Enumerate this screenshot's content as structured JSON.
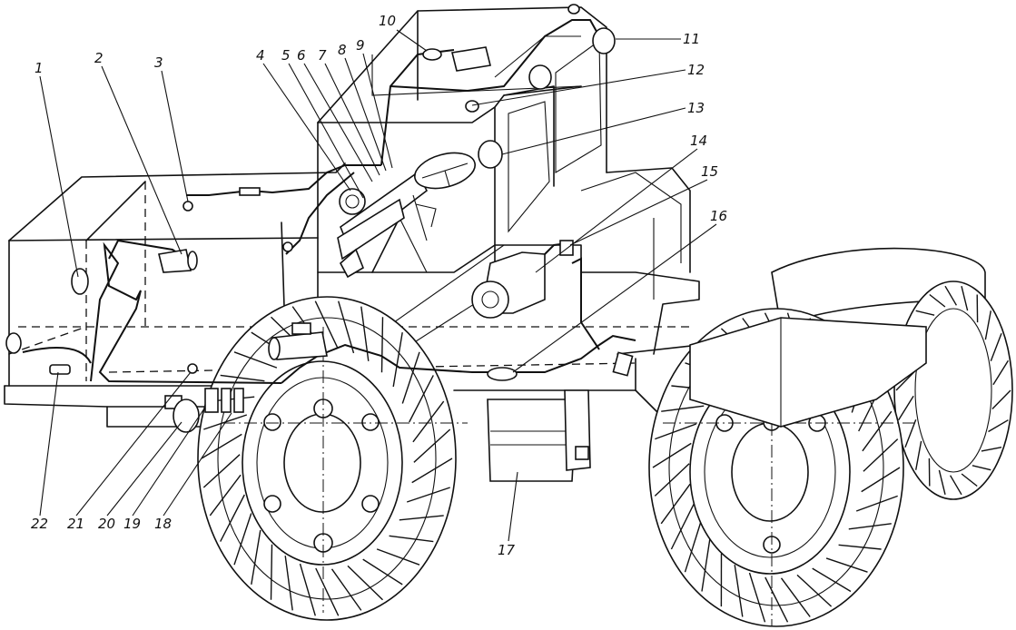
{
  "callouts": [
    {
      "id": "1",
      "text": "1"
    },
    {
      "id": "2",
      "text": "2"
    },
    {
      "id": "3",
      "text": "3"
    },
    {
      "id": "4",
      "text": "4"
    },
    {
      "id": "5",
      "text": "5"
    },
    {
      "id": "6",
      "text": "6"
    },
    {
      "id": "7",
      "text": "7"
    },
    {
      "id": "8",
      "text": "8"
    },
    {
      "id": "9",
      "text": "9"
    },
    {
      "id": "10",
      "text": "10"
    },
    {
      "id": "11",
      "text": "11"
    },
    {
      "id": "12",
      "text": "12"
    },
    {
      "id": "13",
      "text": "13"
    },
    {
      "id": "14",
      "text": "14"
    },
    {
      "id": "15",
      "text": "15"
    },
    {
      "id": "16",
      "text": "16"
    },
    {
      "id": "17",
      "text": "17"
    },
    {
      "id": "18",
      "text": "18"
    },
    {
      "id": "19",
      "text": "19"
    },
    {
      "id": "20",
      "text": "20"
    },
    {
      "id": "21",
      "text": "21"
    },
    {
      "id": "22",
      "text": "22"
    }
  ],
  "colors": {
    "line": "#111111",
    "paper": "#ffffff"
  }
}
